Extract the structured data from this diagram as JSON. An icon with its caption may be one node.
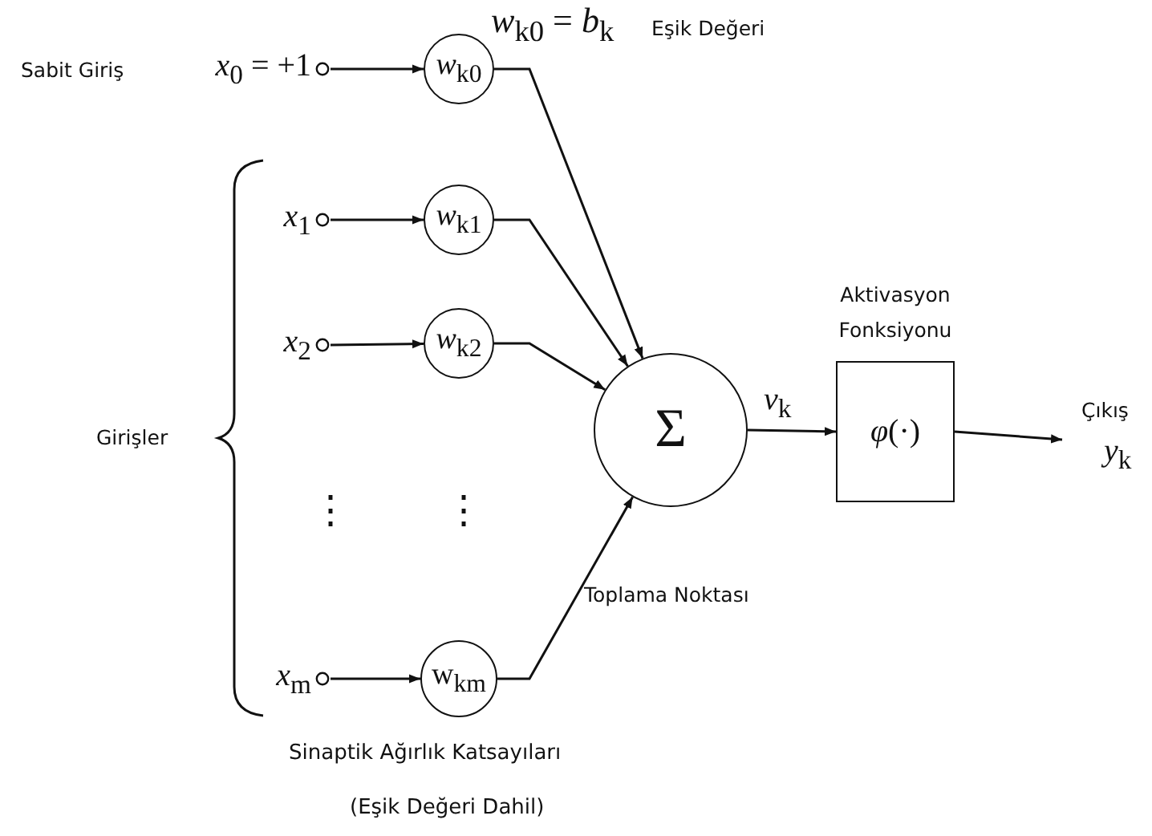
{
  "diagram": {
    "nodes": [
      {
        "text": [
          "*x*$_{0}$ = +1"
        ]
      },
      {
        "text": [
          "*w*$_{k0}$"
        ]
      },
      {
        "text": [
          "*x*$_{1}$"
        ]
      },
      {
        "text": [
          "*w*$_{k1}$"
        ]
      },
      {
        "text": [
          "*x*$_{2}$"
        ]
      },
      {
        "text": [
          "*w*$_{k2}$"
        ]
      },
      {
        "text": [
          "*x*$_{m}$"
        ]
      },
      {
        "text": [
          "w$_{km}$"
        ]
      },
      {
        "text": [
          "Σ"
        ]
      },
      {
        "text": [
          "Aktivasyon Fonksiyonu",
          "*φ*(·)"
        ]
      },
      {
        "text": [
          "Çıkış",
          "*y*$_{k}$"
        ]
      }
    ],
    "edges": [
      {
        "from": 0,
        "to": 1,
        "arrow": "to"
      },
      {
        "from": 1,
        "to": 8,
        "arrow": "to"
      },
      {
        "from": 2,
        "to": 3,
        "arrow": "to"
      },
      {
        "from": 3,
        "to": 8,
        "arrow": "to"
      },
      {
        "from": 4,
        "to": 5,
        "arrow": "to"
      },
      {
        "from": 5,
        "to": 8,
        "arrow": "to"
      },
      {
        "from": 6,
        "to": 7,
        "arrow": "to"
      },
      {
        "from": 7,
        "to": 8,
        "arrow": "to"
      },
      {
        "from": 8,
        "to": 9,
        "arrow": "to",
        "label": "*v*$_{k}$"
      },
      {
        "from": 9,
        "to": 10,
        "arrow": "to"
      }
    ],
    "labels": [
      "*w*$_{k0}$ = *b*$_{k}$",
      "Eşik Değeri",
      "Sabit Giriş",
      "Girişler",
      "⋮",
      "⋮",
      "Toplama Noktası",
      "Sinaptik Ağırlık Katsayıları",
      "(Eşik Değeri Dahil)"
    ]
  }
}
